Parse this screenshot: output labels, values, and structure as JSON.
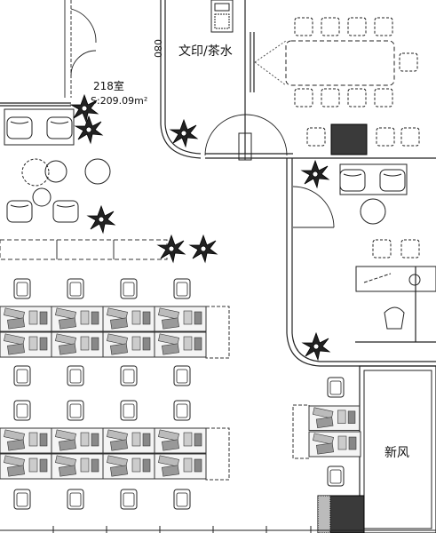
{
  "room": {
    "name": "218室",
    "area": "S:209.09m²"
  },
  "labels": {
    "print_tea": "文印/茶水",
    "fresh_air": "新风",
    "dim": "080"
  }
}
